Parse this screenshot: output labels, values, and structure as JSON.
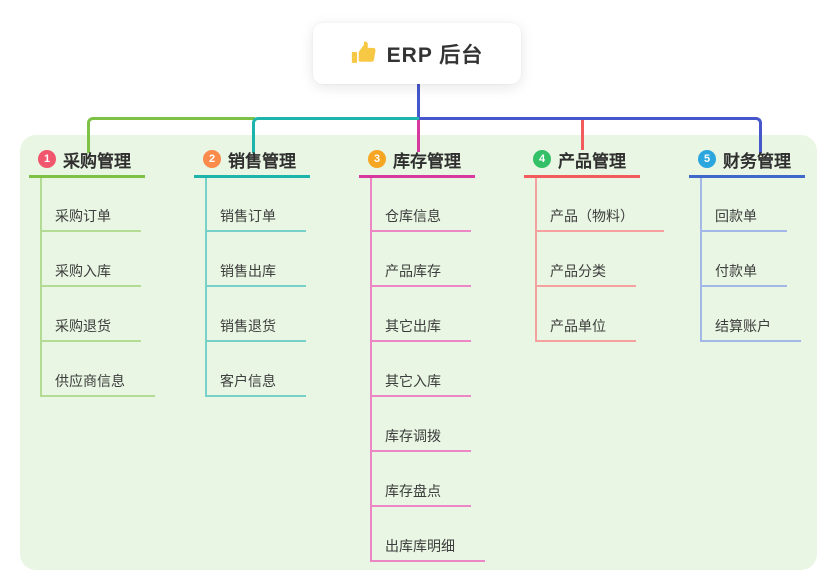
{
  "root": {
    "label": "ERP 后台",
    "icon": "thumbs-up-icon"
  },
  "colors": {
    "page_bg": "#ffffff",
    "container_bg": "#e9f6e3",
    "root_connector": "#4557cb",
    "thumb_yellow": "#f7c843",
    "header_text": "#2f2f2f",
    "item_text": "#3d3d3d"
  },
  "branches": [
    {
      "num": "1",
      "label": "采购管理",
      "badge_color": "#f0566e",
      "line_color": "#7dc244",
      "item_line_color": "#b3db93",
      "items": [
        "采购订单",
        "采购入库",
        "采购退货",
        "供应商信息"
      ]
    },
    {
      "num": "2",
      "label": "销售管理",
      "badge_color": "#fb8b4b",
      "line_color": "#1db5ab",
      "item_line_color": "#78d1c9",
      "items": [
        "销售订单",
        "销售出库",
        "销售退货",
        "客户信息"
      ]
    },
    {
      "num": "3",
      "label": "库存管理",
      "badge_color": "#f6a623",
      "line_color": "#d7399e",
      "item_line_color": "#ec86c4",
      "items": [
        "仓库信息",
        "产品库存",
        "其它出库",
        "其它入库",
        "库存调拨",
        "库存盘点",
        "出库库明细"
      ]
    },
    {
      "num": "4",
      "label": "产品管理",
      "badge_color": "#33c066",
      "line_color": "#f25c5c",
      "item_line_color": "#f6a0a0",
      "items": [
        "产品（物料）",
        "产品分类",
        "产品单位"
      ]
    },
    {
      "num": "5",
      "label": "财务管理",
      "badge_color": "#2ba6de",
      "line_color": "#3e68c9",
      "item_line_color": "#a3b8e8",
      "items": [
        "回款单",
        "付款单",
        "结算账户"
      ]
    }
  ]
}
